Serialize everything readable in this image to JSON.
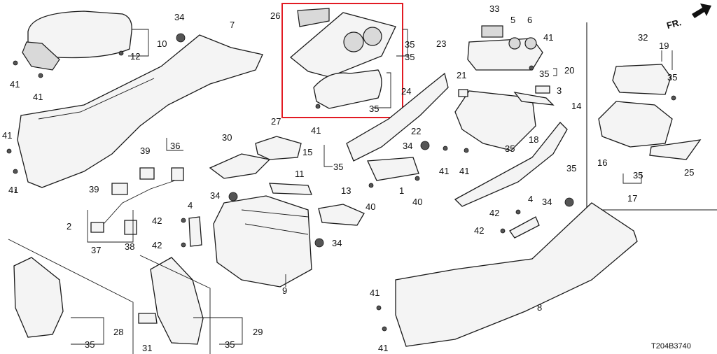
{
  "diagram": {
    "direction_label": "FR.",
    "diagram_code": "T204B3740",
    "highlight_color": "#e21b23",
    "callouts": {
      "c1": "1",
      "c2": "2",
      "c3": "3",
      "c4a": "4",
      "c4b": "4",
      "c5": "5",
      "c6": "6",
      "c7": "7",
      "c8": "8",
      "c9": "9",
      "c10": "10",
      "c11": "11",
      "c12": "12",
      "c13": "13",
      "c14": "14",
      "c15": "15",
      "c16": "16",
      "c17": "17",
      "c18": "18",
      "c19": "19",
      "c20": "20",
      "c21": "21",
      "c22": "22",
      "c23": "23",
      "c24": "24",
      "c25": "25",
      "c26": "26",
      "c27": "27",
      "c28": "28",
      "c29": "29",
      "c30": "30",
      "c31": "31",
      "c32": "32",
      "c33": "33",
      "c34a": "34",
      "c34b": "34",
      "c34c": "34",
      "c34d": "34",
      "c34e": "34",
      "c35a": "35",
      "c35b": "35",
      "c35c": "35",
      "c35d": "35",
      "c35e": "35",
      "c35f": "35",
      "c35g": "35",
      "c35h": "35",
      "c35i": "35",
      "c35j": "35",
      "c35k": "35",
      "c36": "36",
      "c37": "37",
      "c38": "38",
      "c39a": "39",
      "c39b": "39",
      "c40a": "40",
      "c40b": "40",
      "c41a": "41",
      "c41b": "41",
      "c41c": "41",
      "c41d": "41",
      "c41e": "41",
      "c41f": "41",
      "c41g": "41",
      "c41h": "41",
      "c41i": "41",
      "c41j": "41",
      "c42a": "42",
      "c42b": "42",
      "c42c": "42",
      "c42d": "42"
    }
  }
}
